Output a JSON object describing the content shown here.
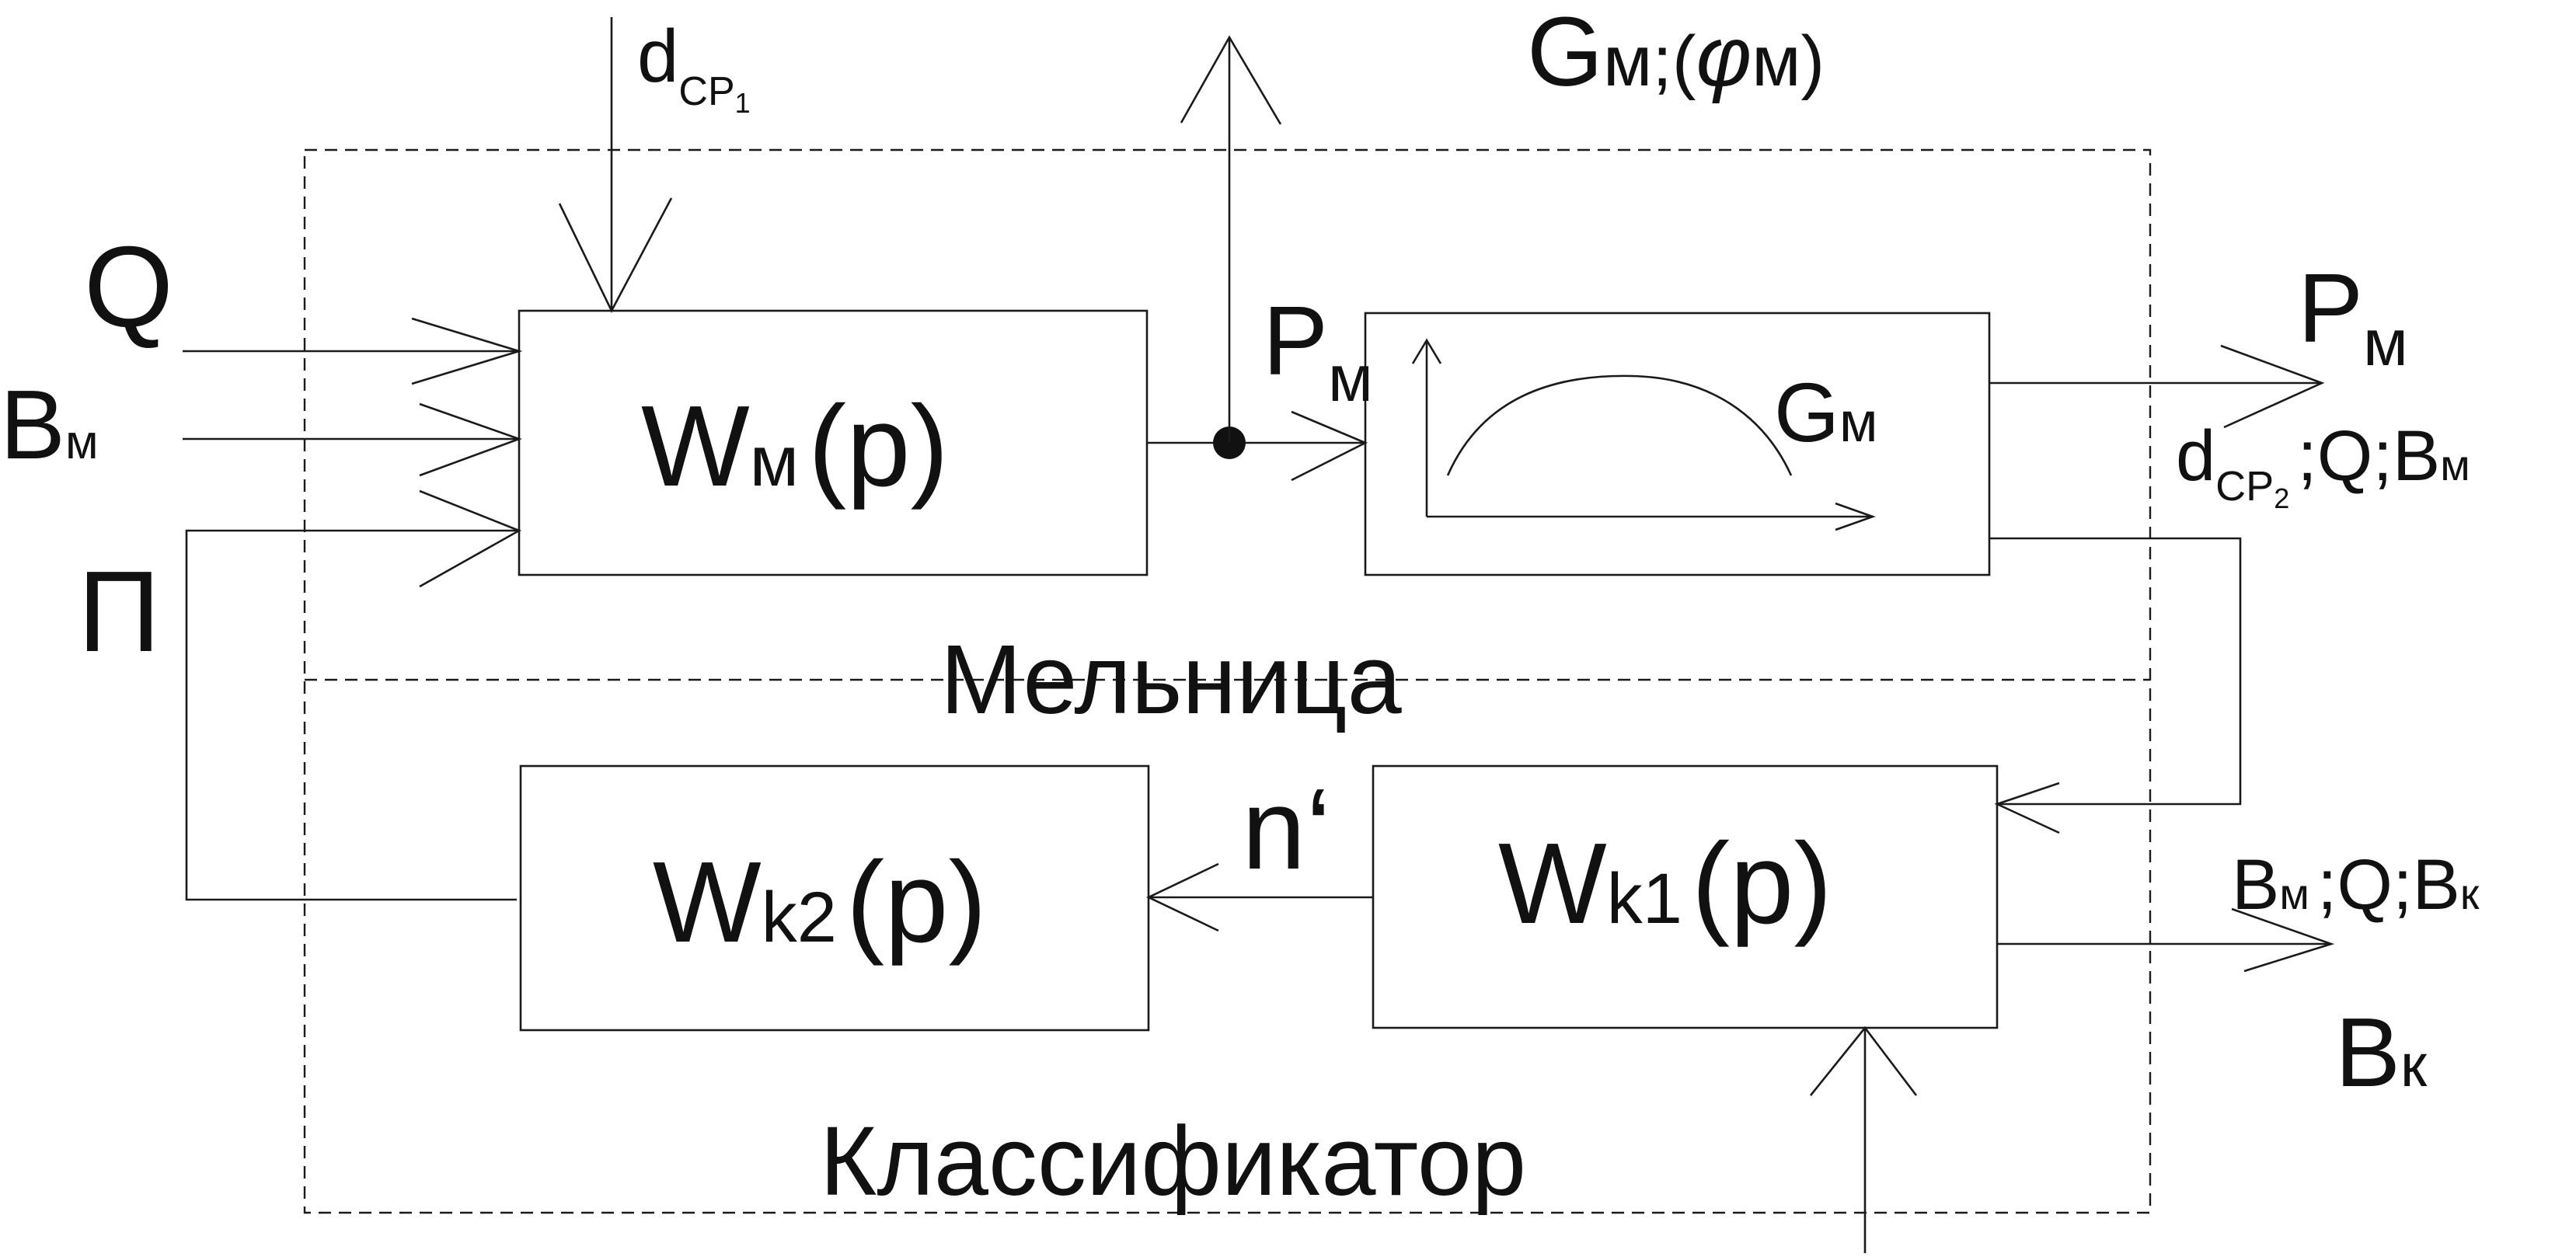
{
  "blocks": {
    "mill_tf": {
      "main": "W",
      "sub": "м",
      "arg": "(p)"
    },
    "classifier_tf1": {
      "main": "W",
      "sub": "k1",
      "arg": "(p)"
    },
    "classifier_tf2": {
      "main": "W",
      "sub": "k2",
      "arg": "(p)"
    },
    "mill_output": {
      "main": "G",
      "sub": "м"
    }
  },
  "regions": {
    "mill": "Мельница",
    "classifier": "Классификатор"
  },
  "inputs": {
    "q": "Q",
    "b_m": {
      "main": "B",
      "sub": "м"
    },
    "p_recycle": "П",
    "d_cp1": {
      "main": "d",
      "sub": "CP",
      "subsub": "1"
    }
  },
  "signals": {
    "p_m_mid": {
      "main": "P",
      "sub": "м"
    },
    "p_m_out": {
      "main": "P",
      "sub": "м"
    },
    "n_prime": "n‘",
    "g_m_top": {
      "part1": "G",
      "part2": "м;(",
      "phi": "φ",
      "part3": "м)"
    },
    "d_cp2_line": {
      "main": "d",
      "sub": "CP",
      "subsub": "2",
      "rest1": ";Q;B",
      "rest1_sub": "м"
    },
    "b_line": {
      "main": "B",
      "sub": "м",
      "rest1": ";Q;B",
      "rest1_sub": "к"
    },
    "b_k": {
      "main": "B",
      "sub": "к"
    }
  }
}
